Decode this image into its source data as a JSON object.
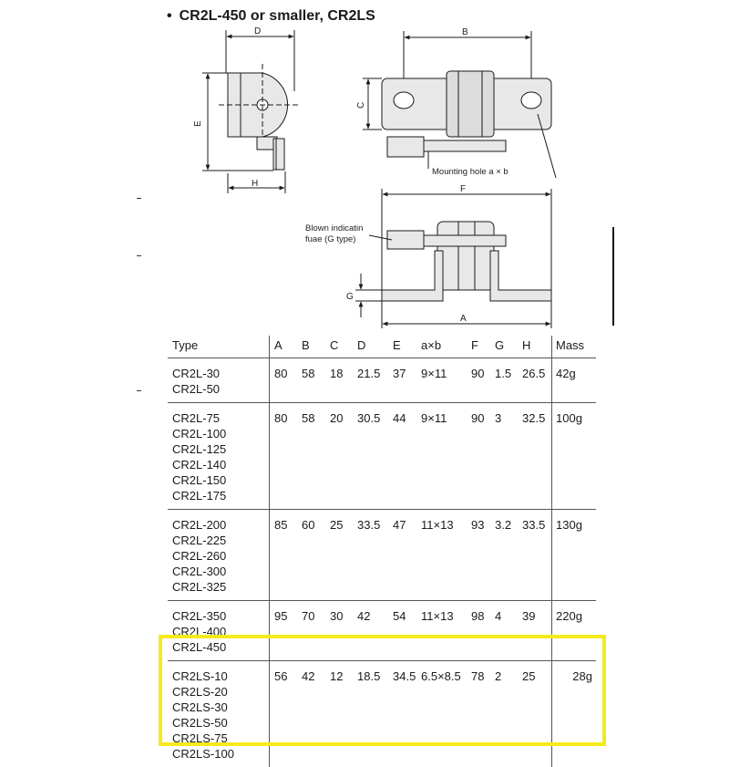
{
  "heading": {
    "bullet": "•",
    "text": "CR2L-450 or smaller, CR2LS"
  },
  "drawings": {
    "labels": {
      "D": "D",
      "B": "B",
      "E": "E",
      "C": "C",
      "H": "H",
      "F": "F",
      "G": "G",
      "A": "A"
    },
    "mounting_hole": "Mounting hole a × b",
    "blown_indicator_line1": "Blown indicatin",
    "blown_indicator_line2": "fuae (G type)"
  },
  "table": {
    "headers": [
      "Type",
      "A",
      "B",
      "C",
      "D",
      "E",
      "a×b",
      "F",
      "G",
      "H",
      "Mass"
    ],
    "rows": [
      {
        "types": [
          "CR2L-30",
          "CR2L-50"
        ],
        "A": "80",
        "B": "58",
        "C": "18",
        "D": "21.5",
        "E": "37",
        "ab": "9×11",
        "F": "90",
        "G": "1.5",
        "H": "26.5",
        "mass": "42g"
      },
      {
        "types": [
          "CR2L-75",
          "CR2L-100",
          "CR2L-125",
          "CR2L-140",
          "CR2L-150",
          "CR2L-175"
        ],
        "A": "80",
        "B": "58",
        "C": "20",
        "D": "30.5",
        "E": "44",
        "ab": "9×11",
        "F": "90",
        "G": "3",
        "H": "32.5",
        "mass": "100g"
      },
      {
        "types": [
          "CR2L-200",
          "CR2L-225",
          "CR2L-260",
          "CR2L-300",
          "CR2L-325"
        ],
        "A": "85",
        "B": "60",
        "C": "25",
        "D": "33.5",
        "E": "47",
        "ab": "11×13",
        "F": "93",
        "G": "3.2",
        "H": "33.5",
        "mass": "130g"
      },
      {
        "types": [
          "CR2L-350",
          "CR2L-400",
          "CR2L-450"
        ],
        "A": "95",
        "B": "70",
        "C": "30",
        "D": "42",
        "E": "54",
        "ab": "11×13",
        "F": "98",
        "G": "4",
        "H": "39",
        "mass": "220g"
      },
      {
        "types": [
          "CR2LS-10",
          "CR2LS-20",
          "CR2LS-30",
          "CR2LS-50",
          "CR2LS-75",
          "CR2LS-100"
        ],
        "A": "56",
        "B": "42",
        "C": "12",
        "D": "18.5",
        "E": "34.5",
        "ab": "6.5×8.5",
        "F": "78",
        "G": "2",
        "H": "25",
        "mass": "28g"
      }
    ]
  },
  "colors": {
    "highlight": "#f5ea1c",
    "fuse_fill": "#e8e8e8",
    "line": "#1a1a1a"
  }
}
